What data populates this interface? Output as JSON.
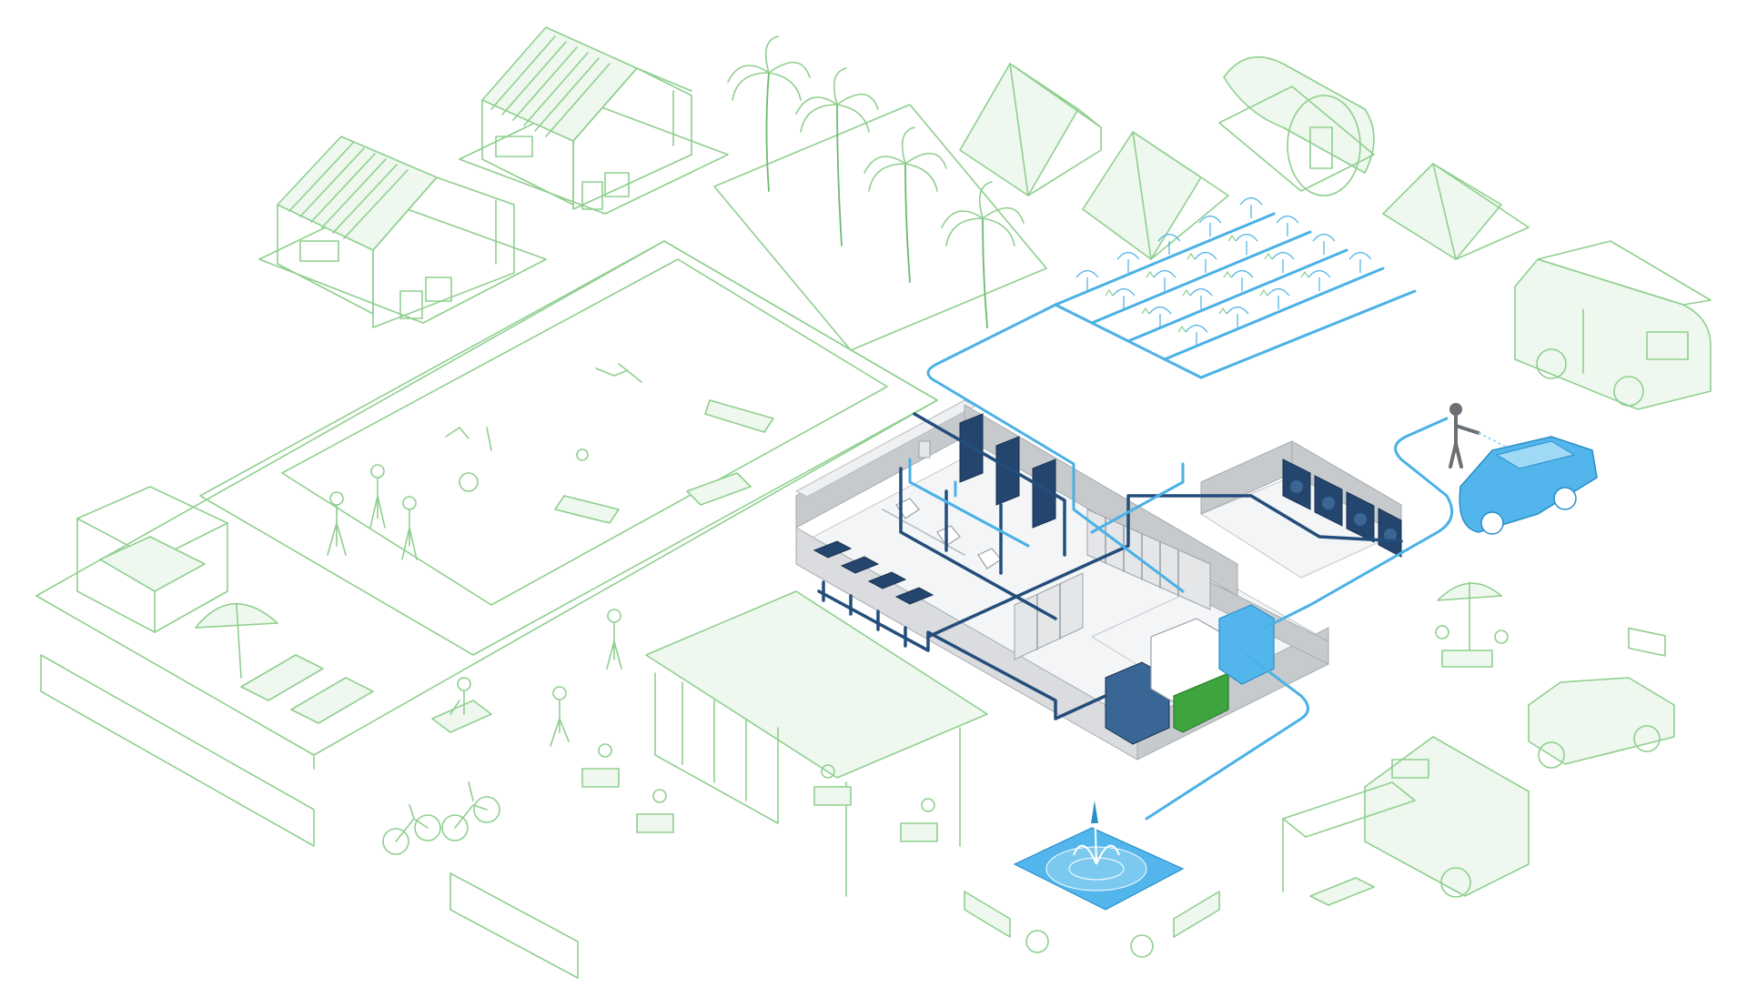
{
  "scene": {
    "colors": {
      "outline": "#8fcf8f",
      "pipe_greywater": "#234d7a",
      "pipe_recycled": "#4ab1e6",
      "building_wall": "#c7cacd",
      "tank_green": "#3ea53e"
    },
    "elements": [
      "cabins",
      "palm-trees",
      "tents",
      "barrel-sauna",
      "camper-van",
      "swimming-pool",
      "gazebo",
      "sun-loungers",
      "umbrella",
      "sanitary-building",
      "showers",
      "toilets",
      "wash-basins",
      "lockers",
      "laundry-washing-machines",
      "water-treatment-tanks",
      "garden-sprinklers",
      "car-wash",
      "fountain",
      "cafe",
      "cyclists",
      "benches",
      "caravan",
      "suv"
    ]
  }
}
